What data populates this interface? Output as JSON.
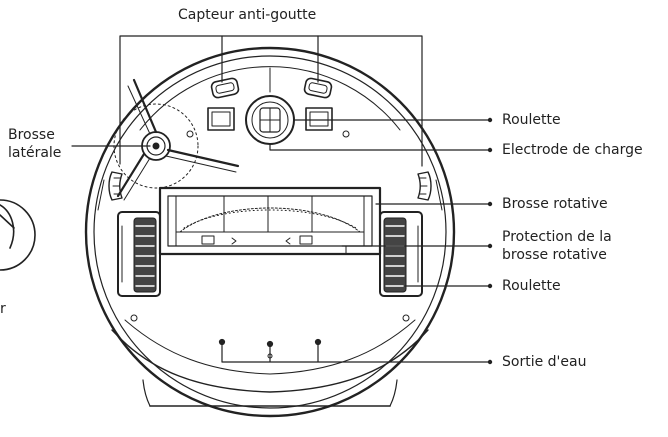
{
  "labels": {
    "capteur_anti_goutte": "Capteur anti-goutte",
    "brosse_laterale_l1": "Brosse",
    "brosse_laterale_l2": "latérale",
    "roulette_top": "Roulette",
    "electrode_de_charge": "Electrode de charge",
    "brosse_rotative": "Brosse rotative",
    "protection_l1": "Protection de la",
    "protection_l2": "brosse rotative",
    "roulette_bottom": "Roulette",
    "sortie_d_eau": "Sortie d'eau",
    "partial_left_char": "r"
  },
  "colors": {
    "line": "#222222",
    "text": "#222222",
    "background": "#ffffff"
  }
}
